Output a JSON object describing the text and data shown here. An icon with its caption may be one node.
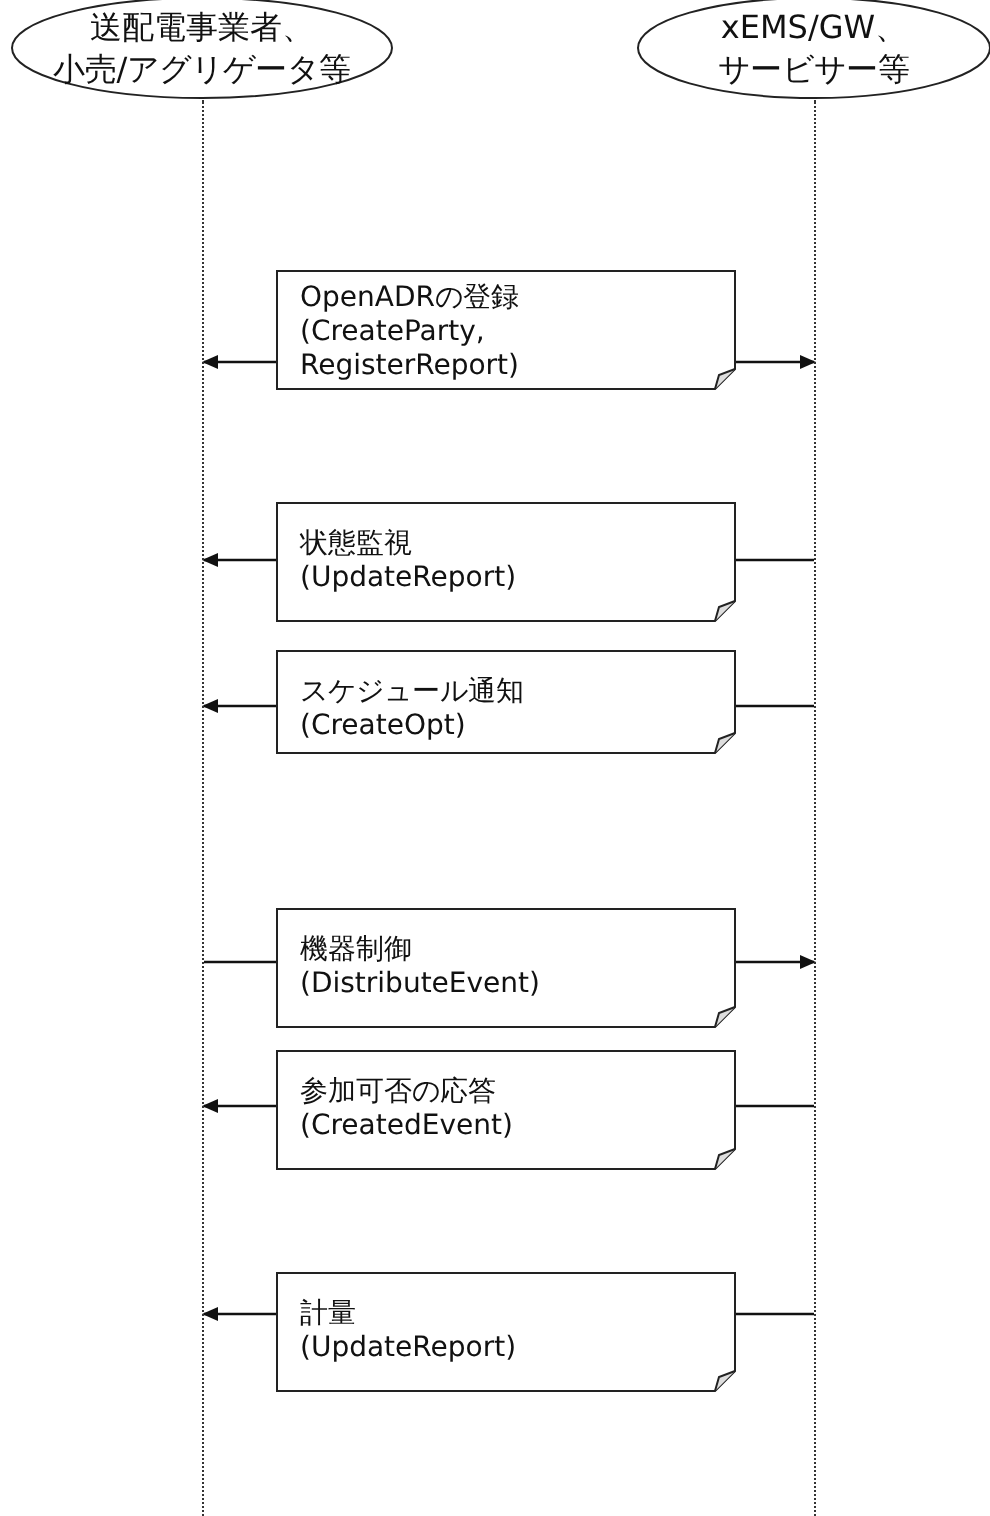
{
  "diagram": {
    "nodes": [
      {
        "text": [
          "送配電事業者、",
          "小売/アグリゲータ等"
        ]
      },
      {
        "text": [
          "xEMS/GW、",
          "サービサー等"
        ]
      },
      {
        "text": [],
        "shape": "line"
      },
      {
        "text": [],
        "shape": "line"
      },
      {
        "text": [
          "OpenADRの登録",
          "(CreateParty, RegisterReport)"
        ]
      },
      {
        "text": [
          "状態監視",
          "(UpdateReport)"
        ]
      },
      {
        "text": [
          "スケジュール通知",
          "(CreateOpt)"
        ]
      },
      {
        "text": [
          "機器制御",
          "(DistributeEvent)"
        ]
      },
      {
        "text": [
          "参加可否の応答",
          "(CreatedEvent)"
        ]
      },
      {
        "text": [
          "計量",
          "(UpdateReport)"
        ]
      }
    ],
    "edges": [
      {
        "from": 4,
        "to": 2,
        "arrow": "to"
      },
      {
        "from": 4,
        "to": 3,
        "arrow": "to"
      },
      {
        "from": 5,
        "to": 2,
        "arrow": "to"
      },
      {
        "from": 3,
        "to": 5,
        "arrow": "none"
      },
      {
        "from": 6,
        "to": 2,
        "arrow": "to"
      },
      {
        "from": 3,
        "to": 6,
        "arrow": "none"
      },
      {
        "from": 2,
        "to": 7,
        "arrow": "none"
      },
      {
        "from": 7,
        "to": 3,
        "arrow": "to"
      },
      {
        "from": 8,
        "to": 2,
        "arrow": "to"
      },
      {
        "from": 3,
        "to": 8,
        "arrow": "none"
      },
      {
        "from": 9,
        "to": 2,
        "arrow": "to"
      },
      {
        "from": 3,
        "to": 9,
        "arrow": "none"
      }
    ]
  }
}
